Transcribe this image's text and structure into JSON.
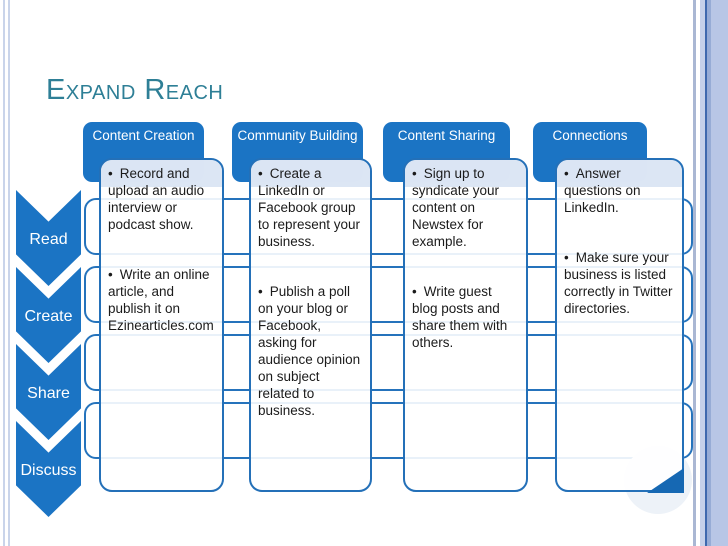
{
  "title": "Expand Reach",
  "bullet_char": "•",
  "chevrons": [
    {
      "label": "Read"
    },
    {
      "label": "Create"
    },
    {
      "label": "Share"
    },
    {
      "label": "Discuss"
    }
  ],
  "columns": [
    {
      "header": "Content Creation",
      "bullets": [
        "Record and upload an audio interview or podcast show.",
        "Write an online article, and publish it on Ezinearticles.com"
      ]
    },
    {
      "header": "Community Building",
      "bullets": [
        "Create a LinkedIn or Facebook group to represent your business.",
        "Publish a poll on your blog or Facebook, asking for audience opinion on subject related to business."
      ]
    },
    {
      "header": "Content Sharing",
      "bullets": [
        "Sign up to syndicate your content on Newstex for example.",
        "Write guest blog posts and share them with others."
      ]
    },
    {
      "header": "Connections",
      "bullets": [
        "Answer questions on LinkedIn.",
        "Make sure your business is listed correctly in Twitter directories."
      ]
    }
  ],
  "colors": {
    "accent_blue": "#1b74c4",
    "border_blue": "#2470b8",
    "title_teal": "#2e7f96",
    "lane_tint": "#d9e4f3",
    "frame_stripe_light": "#b8c6e6",
    "frame_stripe_dark": "#3f69ae"
  }
}
